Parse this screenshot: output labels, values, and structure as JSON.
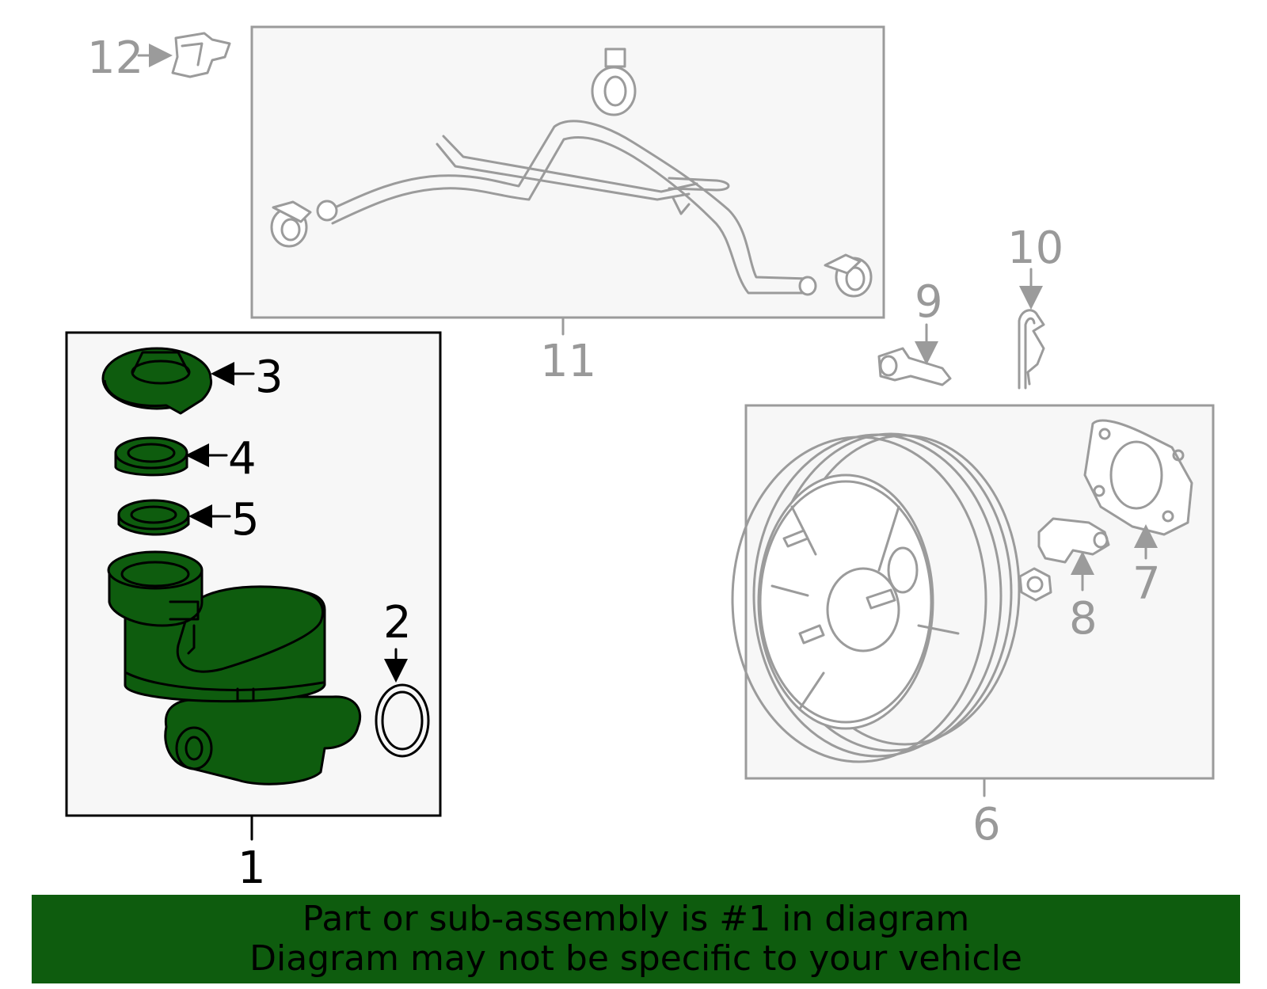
{
  "callouts": {
    "c1": "1",
    "c2": "2",
    "c3": "3",
    "c4": "4",
    "c5": "5",
    "c6": "6",
    "c7": "7",
    "c8": "8",
    "c9": "9",
    "c10": "10",
    "c11": "11",
    "c12": "12"
  },
  "banner": {
    "line1": "Part or sub-assembly is #1 in diagram",
    "line2": "Diagram may not be specific to your vehicle"
  },
  "colors": {
    "highlight": "#0e5c0e",
    "inactive": "#9b9b9b",
    "panel": "#f7f7f7"
  }
}
